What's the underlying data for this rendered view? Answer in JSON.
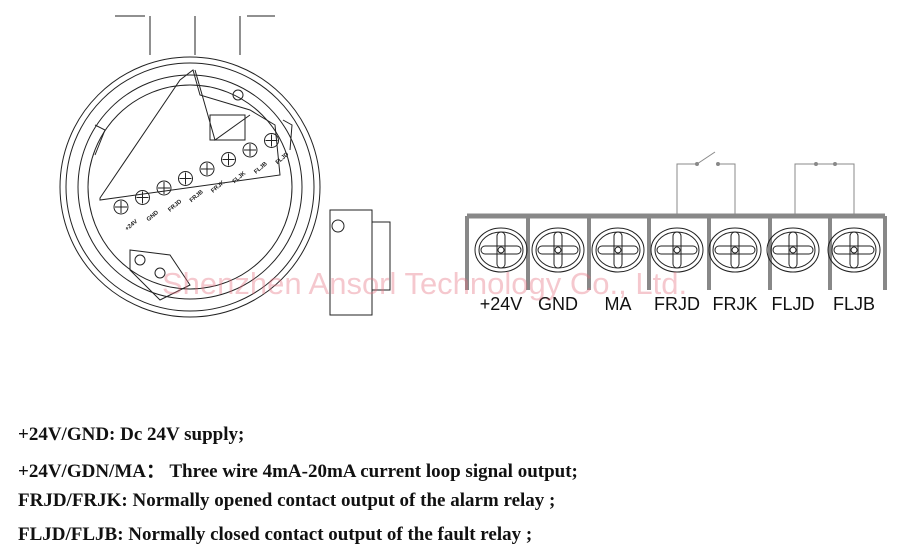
{
  "watermark": "Shenzhen Ansorl Technology Co., Ltd.",
  "housing_labels": [
    "+24V",
    "GND",
    "FRJD",
    "FRJB",
    "FRJK",
    "FLJK",
    "FLJB",
    "FLJD"
  ],
  "terminals": [
    "+24V",
    "GND",
    "MA",
    "FRJD",
    "FRJK",
    "FLJD",
    "FLJB"
  ],
  "relays": [
    {
      "terminals": [
        "FRJD",
        "FRJK"
      ],
      "state": "normally-open"
    },
    {
      "terminals": [
        "FLJD",
        "FLJB"
      ],
      "state": "normally-closed"
    }
  ],
  "descriptions": [
    "+24V/GND: Dc 24V supply;",
    "+24V/GDN/MA： Three wire 4mA-20mA current loop signal output;",
    "FRJD/FRJK: Normally opened contact output of the alarm relay ;",
    "FLJD/FLJB: Normally closed contact output of the fault relay ;"
  ]
}
